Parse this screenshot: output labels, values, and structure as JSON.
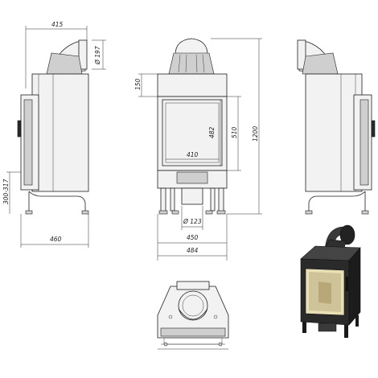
{
  "dimensions": {
    "side_depth_top": "415",
    "flue_diameter_197": "Ø 197",
    "height_150": "150",
    "height_482": "482",
    "height_510": "510",
    "height_1200": "1200",
    "width_410": "410",
    "leg_height": "300-317",
    "side_depth_bottom": "460",
    "air_diameter_123": "Ø 123",
    "width_450": "450",
    "width_484": "484"
  },
  "colors": {
    "line": "#1f1f1f",
    "fill": "#f2f2f2",
    "render_body": "#2a2a2a",
    "glass": "#e8dfb6"
  }
}
